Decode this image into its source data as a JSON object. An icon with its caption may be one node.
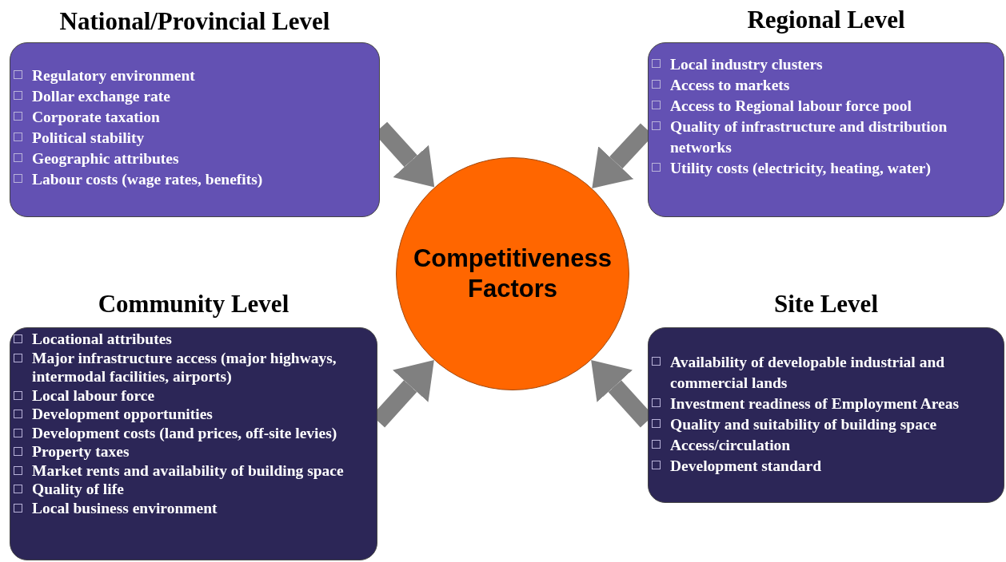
{
  "diagram": {
    "nodes": [
      {
        "text": [
          "National/Provincial Level",
          "Regulatory environment",
          "Dollar exchange rate",
          "Corporate taxation",
          "Political stability",
          "Geographic attributes",
          "Labour costs (wage rates, benefits)"
        ]
      },
      {
        "text": [
          "Regional Level",
          "Local industry clusters",
          "Access to markets",
          "Access to Regional labour force pool",
          "Quality of infrastructure and distribution networks",
          "Utility costs (electricity, heating, water)"
        ]
      },
      {
        "text": [
          "Competitiveness Factors"
        ]
      },
      {
        "text": [
          "Community Level",
          "Locational attributes",
          "Major infrastructure access (major highways, intermodal facilities, airports)",
          "Local labour force",
          "Development opportunities",
          "Development costs (land prices, off-site levies)",
          "Property taxes",
          "Market rents and availability of building space",
          "Quality of life",
          "Local business environment"
        ]
      },
      {
        "text": [
          "Site Level",
          "Availability of developable industrial and commercial lands",
          "Investment readiness of Employment Areas",
          "Quality and suitability of building space",
          "Access/circulation",
          "Development standard"
        ]
      }
    ],
    "edges": [
      {
        "from": 0,
        "to": 2,
        "arrow": "to"
      },
      {
        "from": 1,
        "to": 2,
        "arrow": "to"
      },
      {
        "from": 3,
        "to": 2,
        "arrow": "to"
      },
      {
        "from": 4,
        "to": 2,
        "arrow": "to"
      }
    ]
  }
}
